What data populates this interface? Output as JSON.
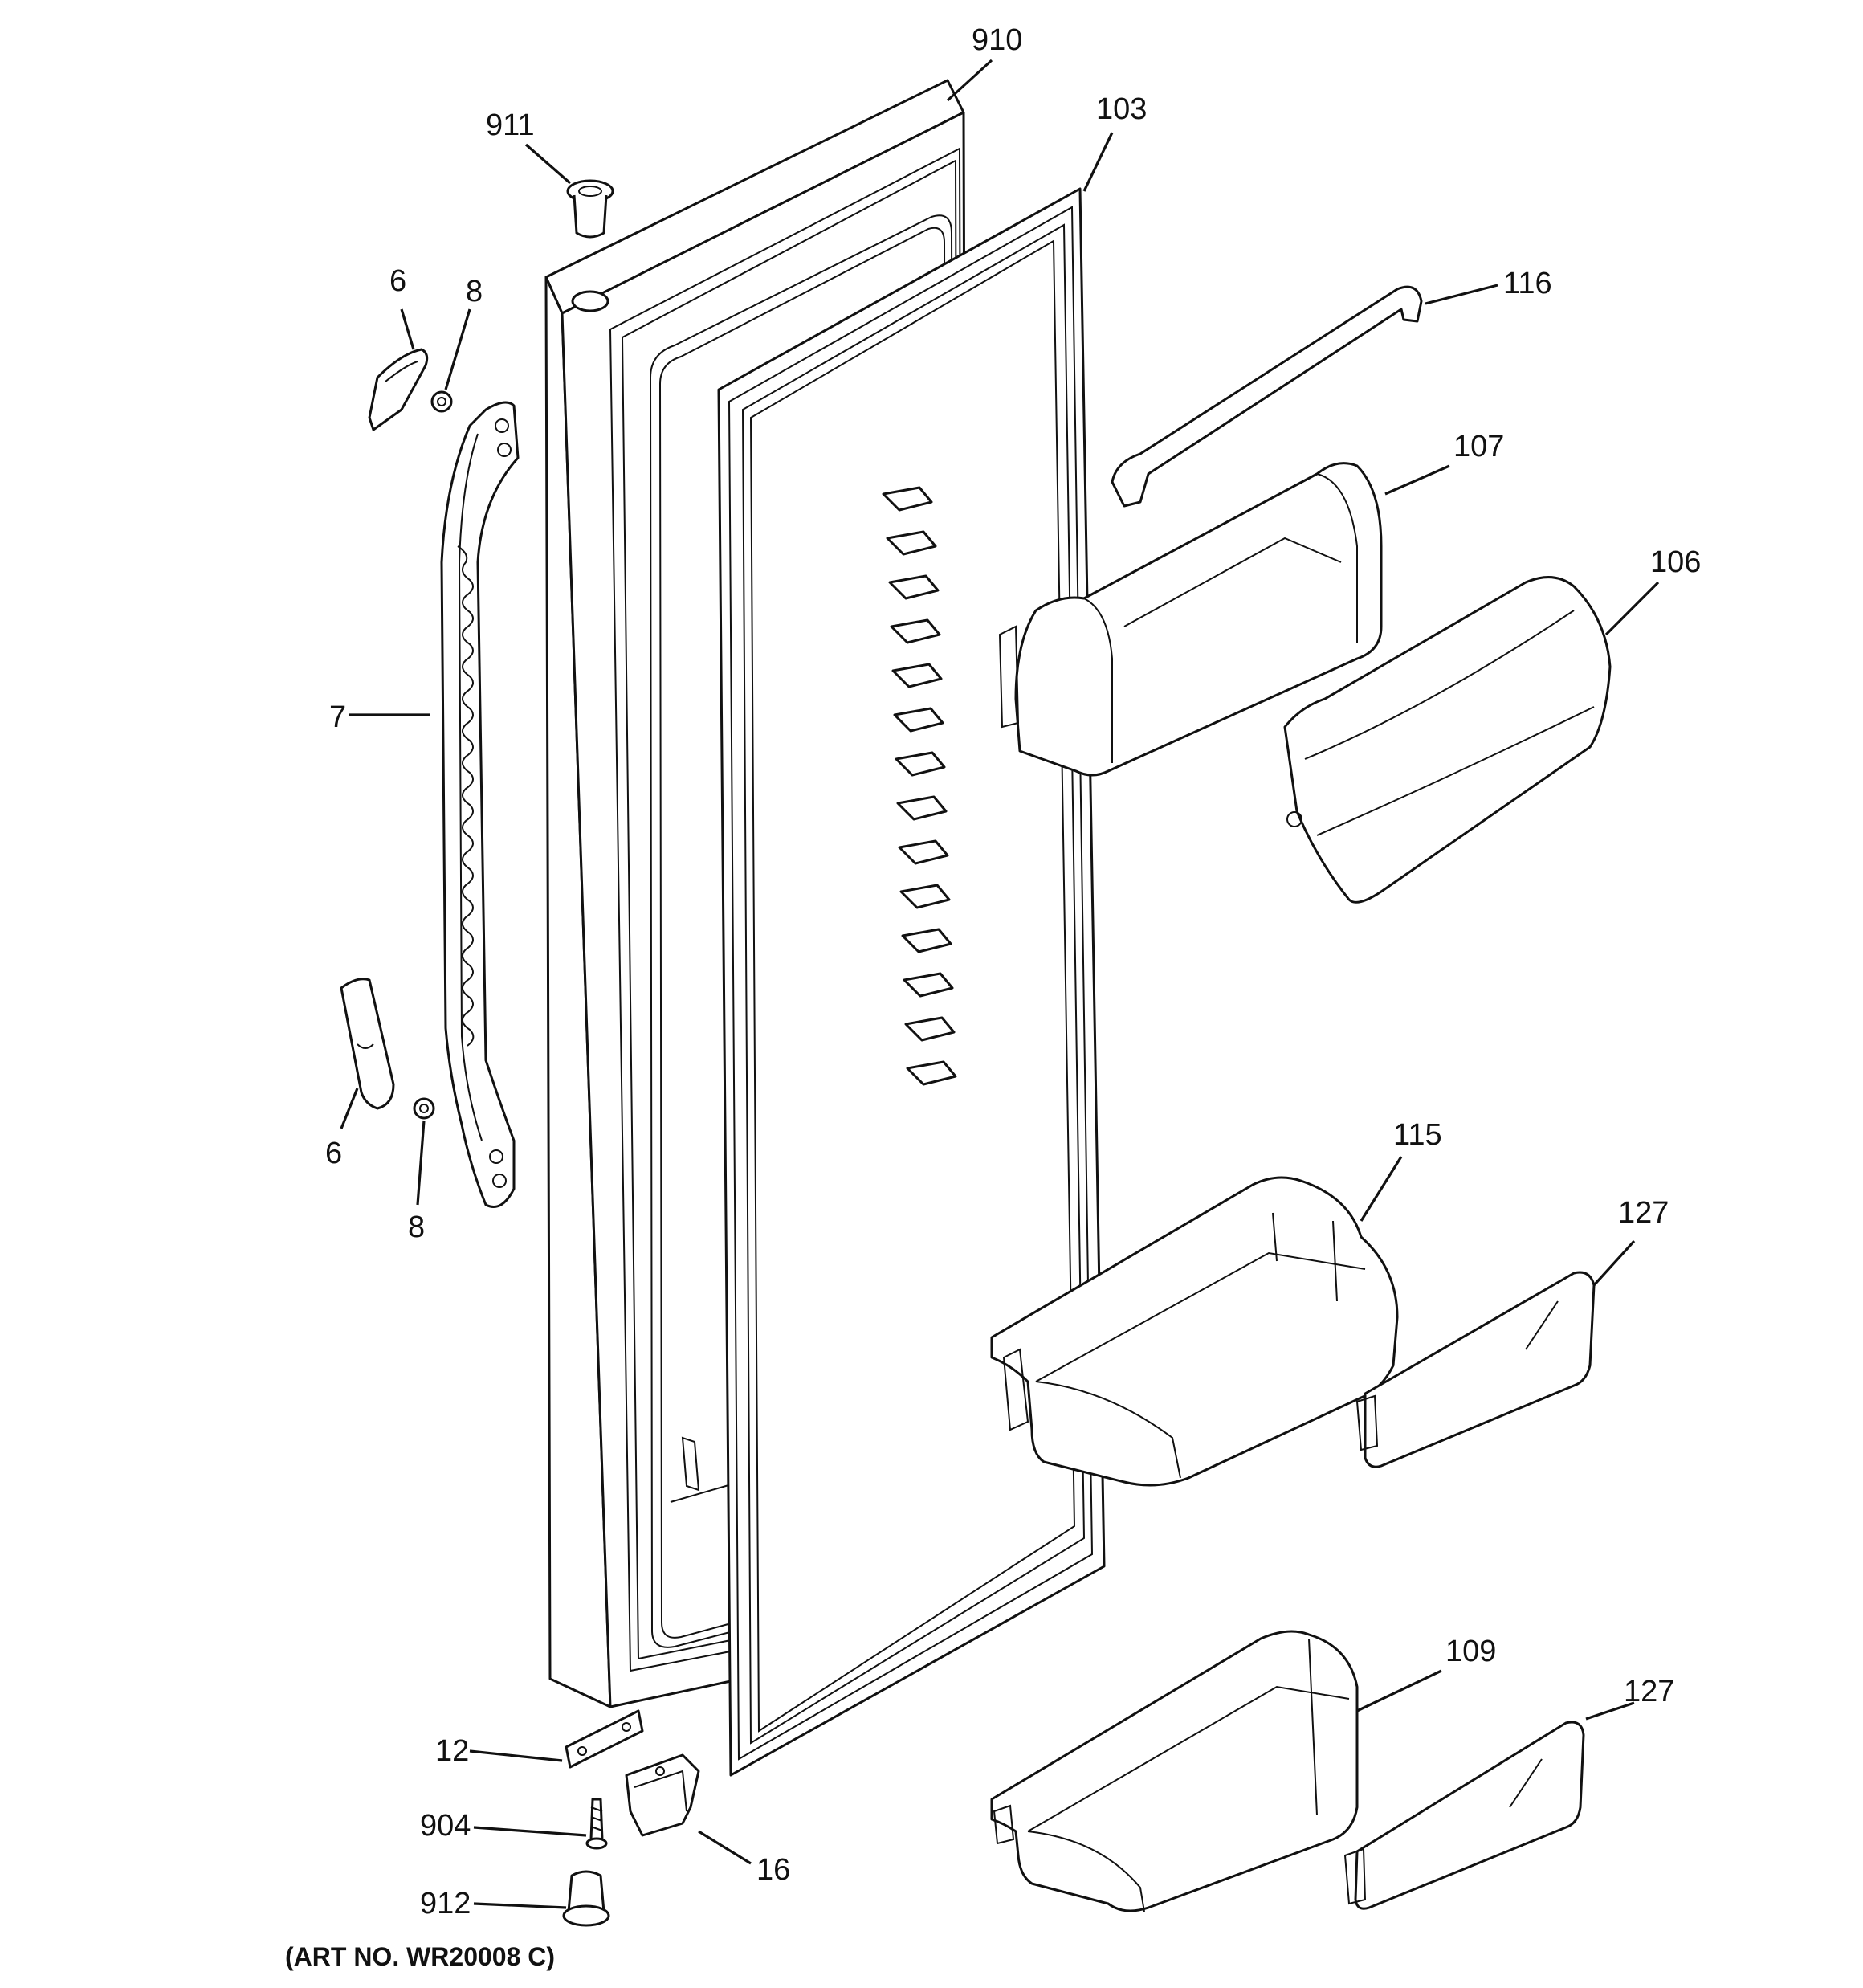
{
  "diagram": {
    "art_number": "(ART NO. WR20008 C)",
    "callouts": {
      "p910": "910",
      "p911": "911",
      "p103": "103",
      "p116": "116",
      "p6_top": "6",
      "p8_top": "8",
      "p107": "107",
      "p106": "106",
      "p7": "7",
      "p6_bottom": "6",
      "p8_bottom": "8",
      "p115": "115",
      "p127_top": "127",
      "p109": "109",
      "p127_bottom": "127",
      "p12": "12",
      "p904": "904",
      "p16": "16",
      "p912": "912"
    }
  }
}
